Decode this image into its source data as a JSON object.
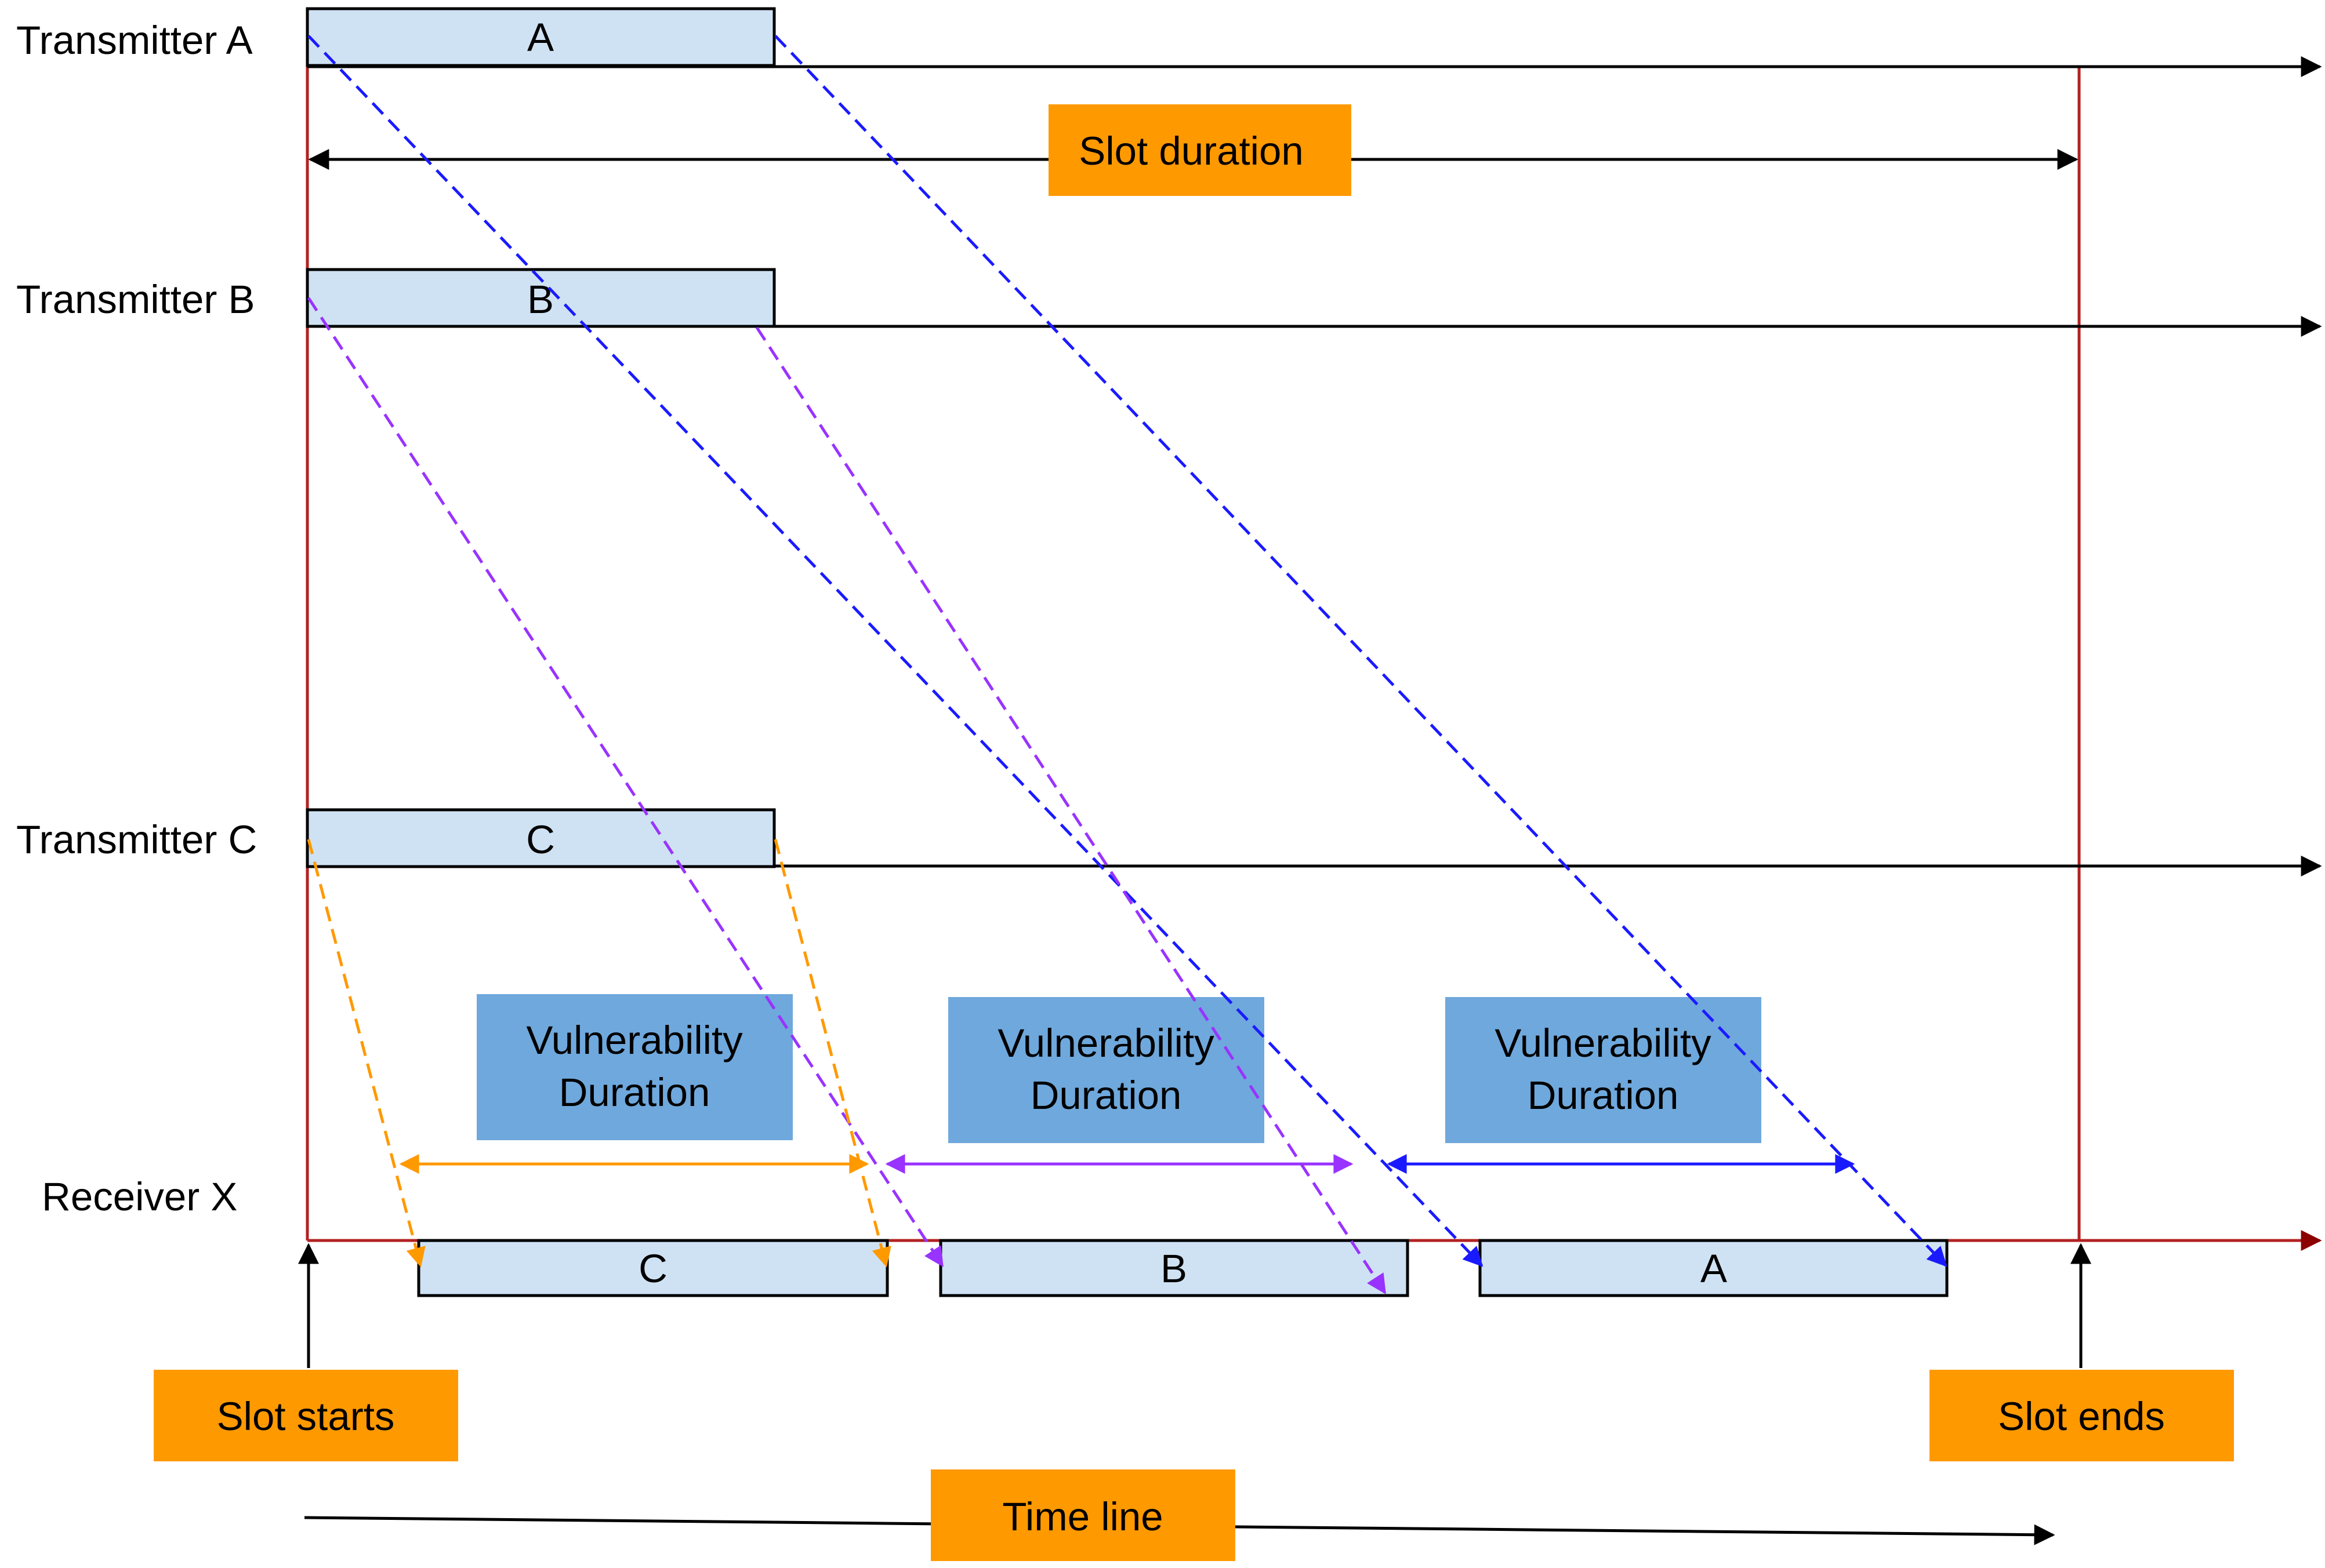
{
  "transmitters": [
    {
      "label": "Transmitter A",
      "frame_label": "A"
    },
    {
      "label": "Transmitter B",
      "frame_label": "B"
    },
    {
      "label": "Transmitter C",
      "frame_label": "C"
    }
  ],
  "receiver": {
    "label": "Receiver X",
    "frames": [
      "C",
      "B",
      "A"
    ]
  },
  "slot_duration": "Slot duration",
  "slot_starts": "Slot starts",
  "slot_ends": "Slot ends",
  "time_line": "Time line",
  "vulnerability": [
    {
      "line1": "Vulnerability",
      "line2": "Duration"
    },
    {
      "line1": "Vulnerability",
      "line2": "Duration"
    },
    {
      "line1": "Vulnerability",
      "line2": "Duration"
    }
  ],
  "colors": {
    "frame_fill": "#cfe2f3",
    "orange_box": "#ff9900",
    "vuln_box": "#6fa8dc",
    "slot_line": "#b22222",
    "blue_arrow": "#1a1aff",
    "purple_arrow": "#9933ff",
    "orange_arrow": "#ff9900"
  }
}
